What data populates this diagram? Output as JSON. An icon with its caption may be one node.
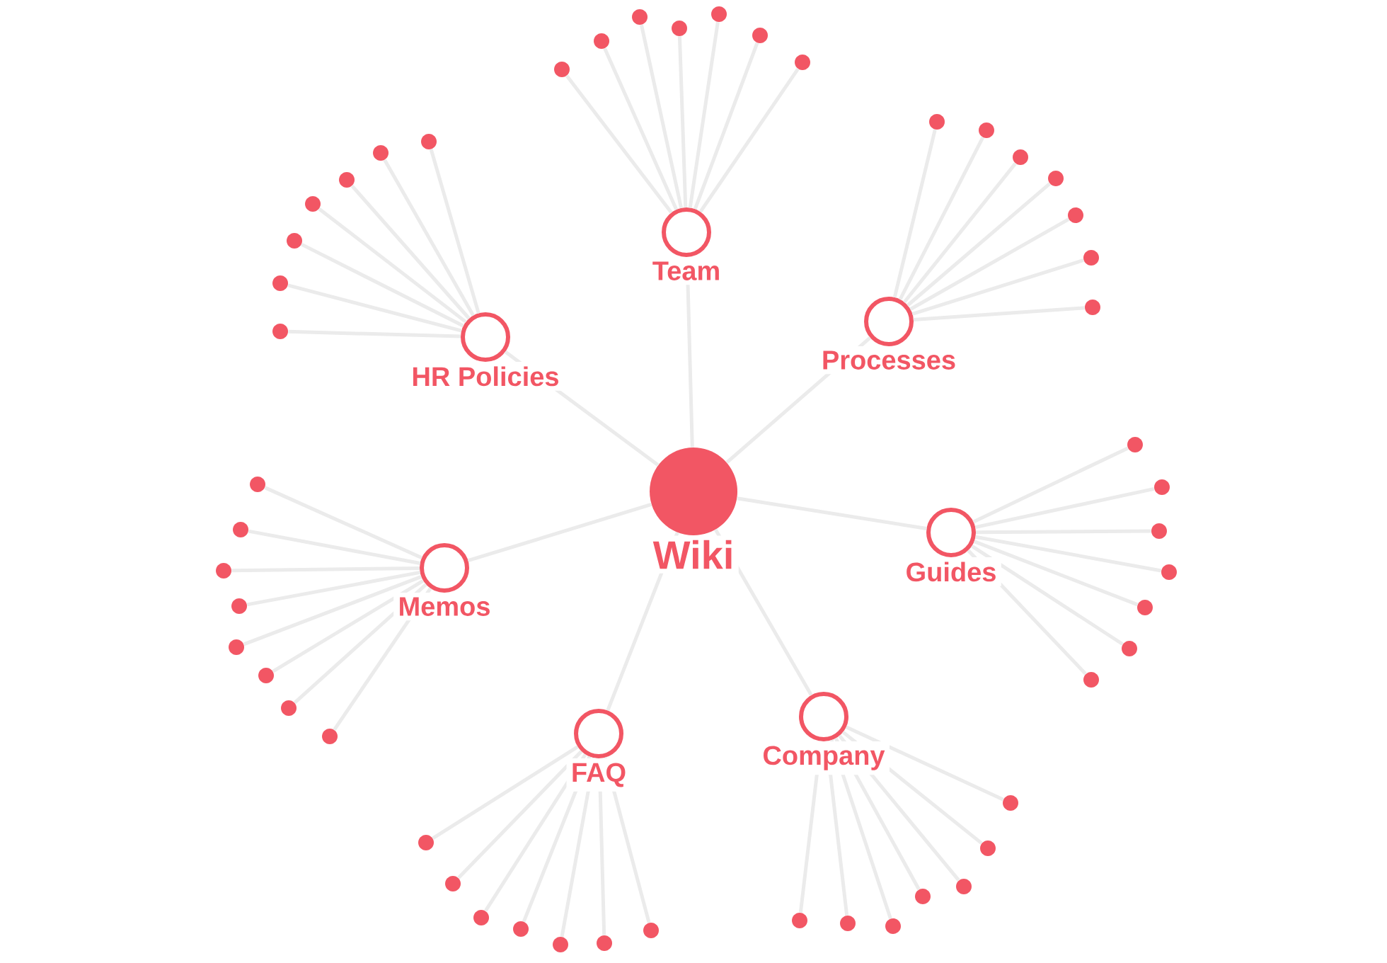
{
  "diagram": {
    "nodes": [
      {
        "text": [
          "Wiki"
        ]
      },
      {
        "text": [
          "Team"
        ]
      },
      {
        "text": [
          "Processes"
        ]
      },
      {
        "text": [
          "Guides"
        ]
      },
      {
        "text": [
          "Company"
        ]
      },
      {
        "text": [
          "FAQ"
        ]
      },
      {
        "text": [
          "Memos"
        ]
      },
      {
        "text": [
          "HR Policies"
        ]
      },
      {
        "text": [],
        "shape": "circle"
      },
      {
        "text": [],
        "shape": "circle"
      },
      {
        "text": [],
        "shape": "circle"
      },
      {
        "text": [],
        "shape": "circle"
      },
      {
        "text": [],
        "shape": "circle"
      },
      {
        "text": [],
        "shape": "circle"
      },
      {
        "text": [],
        "shape": "circle"
      },
      {
        "text": [],
        "shape": "circle"
      },
      {
        "text": [],
        "shape": "circle"
      },
      {
        "text": [],
        "shape": "circle"
      },
      {
        "text": [],
        "shape": "circle"
      },
      {
        "text": [],
        "shape": "circle"
      },
      {
        "text": [],
        "shape": "circle"
      },
      {
        "text": [],
        "shape": "circle"
      },
      {
        "text": [],
        "shape": "circle"
      },
      {
        "text": [],
        "shape": "circle"
      },
      {
        "text": [],
        "shape": "circle"
      },
      {
        "text": [],
        "shape": "circle"
      },
      {
        "text": [],
        "shape": "circle"
      },
      {
        "text": [],
        "shape": "circle"
      },
      {
        "text": [],
        "shape": "circle"
      },
      {
        "text": [],
        "shape": "circle"
      },
      {
        "text": [],
        "shape": "circle"
      },
      {
        "text": [],
        "shape": "circle"
      },
      {
        "text": [],
        "shape": "circle"
      },
      {
        "text": [],
        "shape": "circle"
      },
      {
        "text": [],
        "shape": "circle"
      },
      {
        "text": [],
        "shape": "circle"
      },
      {
        "text": [],
        "shape": "circle"
      },
      {
        "text": [],
        "shape": "circle"
      },
      {
        "text": [],
        "shape": "circle"
      },
      {
        "text": [],
        "shape": "circle"
      },
      {
        "text": [],
        "shape": "circle"
      },
      {
        "text": [],
        "shape": "circle"
      },
      {
        "text": [],
        "shape": "circle"
      },
      {
        "text": [],
        "shape": "circle"
      },
      {
        "text": [],
        "shape": "circle"
      },
      {
        "text": [],
        "shape": "circle"
      },
      {
        "text": [],
        "shape": "circle"
      },
      {
        "text": [],
        "shape": "circle"
      },
      {
        "text": [],
        "shape": "circle"
      },
      {
        "text": [],
        "shape": "circle"
      },
      {
        "text": [],
        "shape": "circle"
      },
      {
        "text": [],
        "shape": "circle"
      },
      {
        "text": [],
        "shape": "circle"
      },
      {
        "text": [],
        "shape": "circle"
      },
      {
        "text": [],
        "shape": "circle"
      },
      {
        "text": [],
        "shape": "circle"
      },
      {
        "text": [],
        "shape": "circle"
      },
      {
        "text": [],
        "shape": "circle"
      }
    ],
    "edges": [
      {
        "from": 0,
        "to": 1,
        "arrow": "none"
      },
      {
        "from": 0,
        "to": 2,
        "arrow": "none"
      },
      {
        "from": 0,
        "to": 3,
        "arrow": "none"
      },
      {
        "from": 0,
        "to": 4,
        "arrow": "none"
      },
      {
        "from": 0,
        "to": 5,
        "arrow": "none"
      },
      {
        "from": 0,
        "to": 6,
        "arrow": "none"
      },
      {
        "from": 0,
        "to": 7,
        "arrow": "none"
      },
      {
        "from": 1,
        "to": 8,
        "arrow": "none"
      },
      {
        "from": 1,
        "to": 9,
        "arrow": "none"
      },
      {
        "from": 1,
        "to": 10,
        "arrow": "none"
      },
      {
        "from": 1,
        "to": 11,
        "arrow": "none"
      },
      {
        "from": 1,
        "to": 12,
        "arrow": "none"
      },
      {
        "from": 1,
        "to": 13,
        "arrow": "none"
      },
      {
        "from": 1,
        "to": 14,
        "arrow": "none"
      },
      {
        "from": 2,
        "to": 15,
        "arrow": "none"
      },
      {
        "from": 2,
        "to": 16,
        "arrow": "none"
      },
      {
        "from": 2,
        "to": 17,
        "arrow": "none"
      },
      {
        "from": 2,
        "to": 18,
        "arrow": "none"
      },
      {
        "from": 2,
        "to": 19,
        "arrow": "none"
      },
      {
        "from": 2,
        "to": 20,
        "arrow": "none"
      },
      {
        "from": 2,
        "to": 21,
        "arrow": "none"
      },
      {
        "from": 3,
        "to": 22,
        "arrow": "none"
      },
      {
        "from": 3,
        "to": 23,
        "arrow": "none"
      },
      {
        "from": 3,
        "to": 24,
        "arrow": "none"
      },
      {
        "from": 3,
        "to": 25,
        "arrow": "none"
      },
      {
        "from": 3,
        "to": 26,
        "arrow": "none"
      },
      {
        "from": 3,
        "to": 27,
        "arrow": "none"
      },
      {
        "from": 3,
        "to": 28,
        "arrow": "none"
      },
      {
        "from": 4,
        "to": 29,
        "arrow": "none"
      },
      {
        "from": 4,
        "to": 30,
        "arrow": "none"
      },
      {
        "from": 4,
        "to": 31,
        "arrow": "none"
      },
      {
        "from": 4,
        "to": 32,
        "arrow": "none"
      },
      {
        "from": 4,
        "to": 33,
        "arrow": "none"
      },
      {
        "from": 4,
        "to": 34,
        "arrow": "none"
      },
      {
        "from": 4,
        "to": 35,
        "arrow": "none"
      },
      {
        "from": 5,
        "to": 36,
        "arrow": "none"
      },
      {
        "from": 5,
        "to": 37,
        "arrow": "none"
      },
      {
        "from": 5,
        "to": 38,
        "arrow": "none"
      },
      {
        "from": 5,
        "to": 39,
        "arrow": "none"
      },
      {
        "from": 5,
        "to": 40,
        "arrow": "none"
      },
      {
        "from": 5,
        "to": 41,
        "arrow": "none"
      },
      {
        "from": 5,
        "to": 42,
        "arrow": "none"
      },
      {
        "from": 6,
        "to": 43,
        "arrow": "none"
      },
      {
        "from": 6,
        "to": 44,
        "arrow": "none"
      },
      {
        "from": 6,
        "to": 45,
        "arrow": "none"
      },
      {
        "from": 6,
        "to": 46,
        "arrow": "none"
      },
      {
        "from": 6,
        "to": 47,
        "arrow": "none"
      },
      {
        "from": 6,
        "to": 48,
        "arrow": "none"
      },
      {
        "from": 6,
        "to": 49,
        "arrow": "none"
      },
      {
        "from": 6,
        "to": 50,
        "arrow": "none"
      },
      {
        "from": 7,
        "to": 51,
        "arrow": "none"
      },
      {
        "from": 7,
        "to": 52,
        "arrow": "none"
      },
      {
        "from": 7,
        "to": 53,
        "arrow": "none"
      },
      {
        "from": 7,
        "to": 54,
        "arrow": "none"
      },
      {
        "from": 7,
        "to": 55,
        "arrow": "none"
      },
      {
        "from": 7,
        "to": 56,
        "arrow": "none"
      },
      {
        "from": 7,
        "to": 57,
        "arrow": "none"
      }
    ]
  }
}
